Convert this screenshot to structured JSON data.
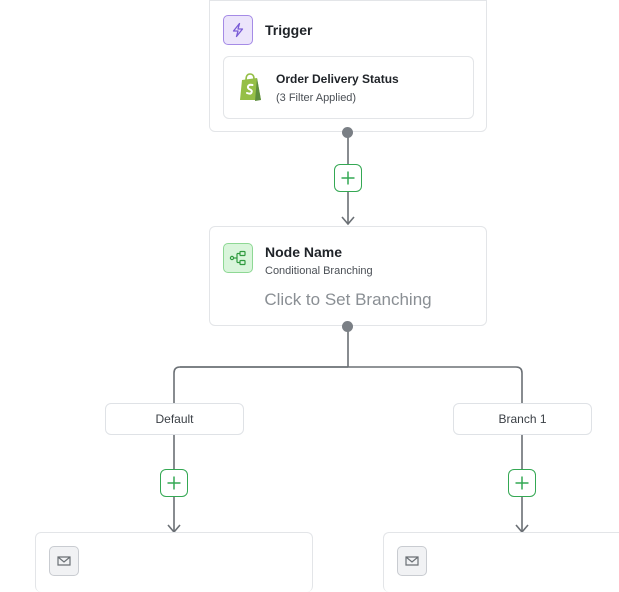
{
  "trigger": {
    "header": "Trigger",
    "event": {
      "title": "Order Delivery Status",
      "subtitle": "(3 Filter Applied)",
      "icon": "shopify-icon"
    },
    "icon": "lightning-icon"
  },
  "branch_node": {
    "title": "Node Name",
    "subtitle": "Conditional Branching",
    "placeholder": "Click to Set Branching",
    "icon": "branching-icon"
  },
  "branches": [
    {
      "label": "Default"
    },
    {
      "label": "Branch 1"
    }
  ],
  "colors": {
    "trigger_icon_bg": "#ece5fb",
    "trigger_icon_border": "#a58be6",
    "branch_icon_bg": "#d9f5db",
    "branch_icon_border": "#8ed894",
    "add_button": "#34a853",
    "connector": "#6b7075",
    "shopify_green": "#95bf47"
  }
}
